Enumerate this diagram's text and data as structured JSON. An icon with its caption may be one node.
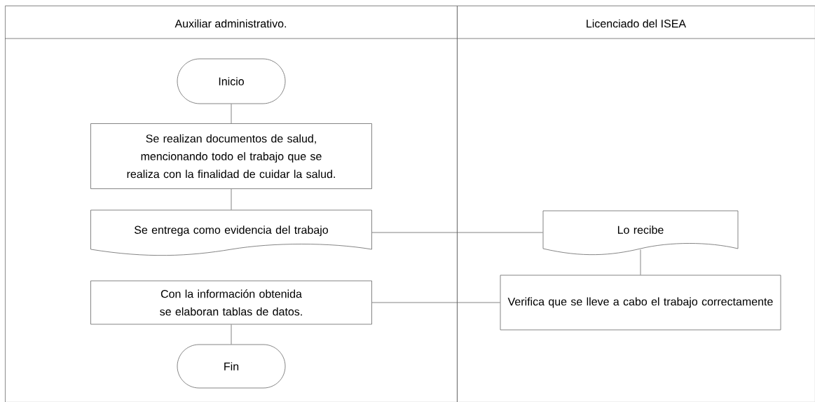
{
  "diagram": {
    "nodes": [
      {
        "text": [
          "Auxiliar administrativo."
        ]
      },
      {
        "text": [
          "Licenciado del ISEA"
        ]
      },
      {
        "text": [
          "Inicio"
        ],
        "in": 0
      },
      {
        "text": [
          "Se realizan documentos de salud, mencionando todo el trabajo que se realiza con la finalidad de cuidar la salud."
        ],
        "in": 0
      },
      {
        "text": [
          "Se entrega como evidencia del trabajo"
        ],
        "in": 0
      },
      {
        "text": [
          "Lo recibe"
        ],
        "in": 1
      },
      {
        "text": [
          "Verifica que se lleve a cabo el trabajo correctamente"
        ],
        "in": 1
      },
      {
        "text": [
          "Con la información obtenida se elaboran tablas de datos."
        ],
        "in": 0
      },
      {
        "text": [
          "Fin"
        ],
        "in": 0
      }
    ],
    "edges": [
      {
        "from": 2,
        "to": 3,
        "arrow": "none"
      },
      {
        "from": 3,
        "to": 4,
        "arrow": "none"
      },
      {
        "from": 4,
        "to": 5,
        "arrow": "none"
      },
      {
        "from": 5,
        "to": 6,
        "arrow": "none"
      },
      {
        "from": 6,
        "to": 7,
        "arrow": "none"
      },
      {
        "from": 7,
        "to": 8,
        "arrow": "none"
      }
    ]
  }
}
